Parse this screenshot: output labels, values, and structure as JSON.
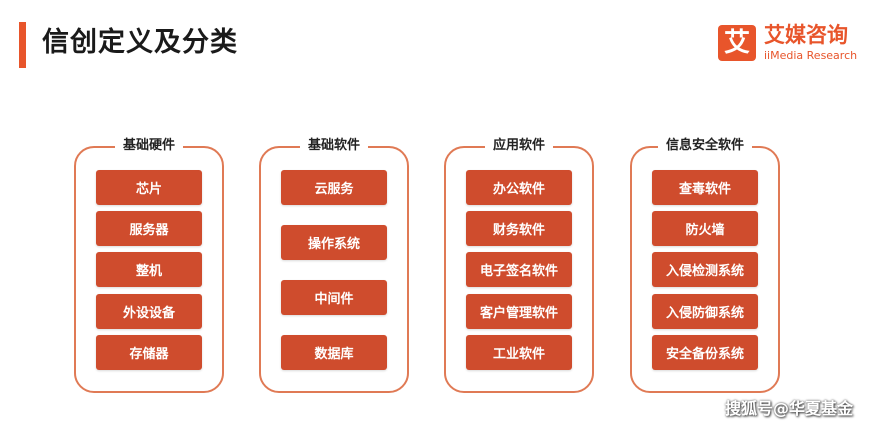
{
  "title": "信创定义及分类",
  "logo": {
    "mark": "艾",
    "name_cn": "艾媒咨询",
    "name_en": "iiMedia Research"
  },
  "groups": [
    {
      "title": "基础硬件",
      "items": [
        "芯片",
        "服务器",
        "整机",
        "外设设备",
        "存储器"
      ]
    },
    {
      "title": "基础软件",
      "items": [
        "云服务",
        "操作系统",
        "中间件",
        "数据库"
      ]
    },
    {
      "title": "应用软件",
      "items": [
        "办公软件",
        "财务软件",
        "电子签名软件",
        "客户管理软件",
        "工业软件"
      ]
    },
    {
      "title": "信息安全软件",
      "items": [
        "查毒软件",
        "防火墙",
        "入侵检测系统",
        "入侵防御系统",
        "安全备份系统"
      ]
    }
  ],
  "watermark": "搜狐号@华夏基金",
  "colors": {
    "accent": "#e8552b",
    "box": "#cf4c2d",
    "frame": "#e07a55"
  }
}
